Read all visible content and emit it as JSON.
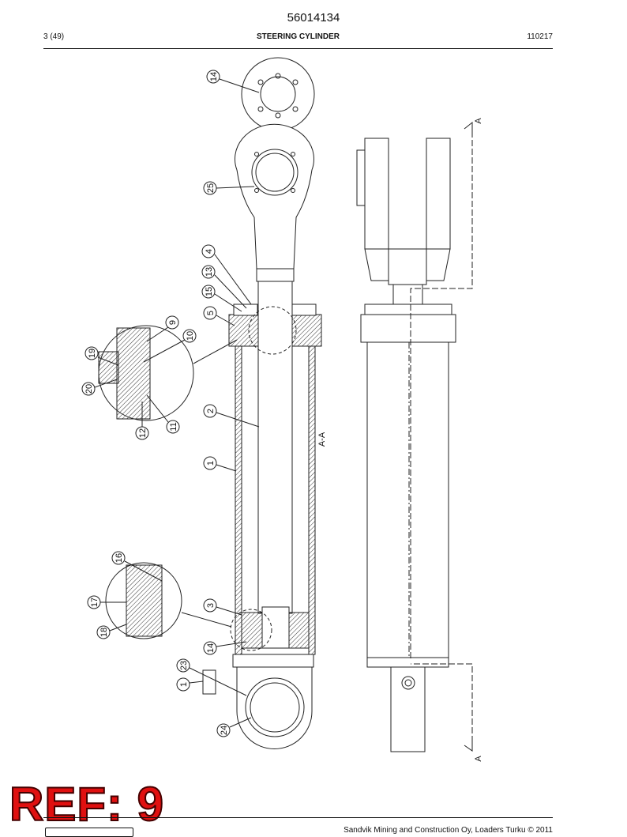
{
  "header": {
    "doc_number": "56014134",
    "page": "3 (49)",
    "title": "STEERING CYLINDER",
    "date_code": "110217"
  },
  "section": {
    "label": "A-A",
    "arrow_top": "A",
    "arrow_bottom": "A"
  },
  "callouts": [
    "14",
    "25",
    "4",
    "13",
    "15",
    "5",
    "9",
    "10",
    "19",
    "20",
    "12",
    "11",
    "2",
    "1",
    "16",
    "17",
    "18",
    "3",
    "14",
    "23",
    "1",
    "24"
  ],
  "stamp": {
    "text": "REF: 9",
    "color": "#e01010"
  },
  "footer": {
    "copyright": "Sandvik Mining and Construction Oy, Loaders Turku © 2011"
  }
}
